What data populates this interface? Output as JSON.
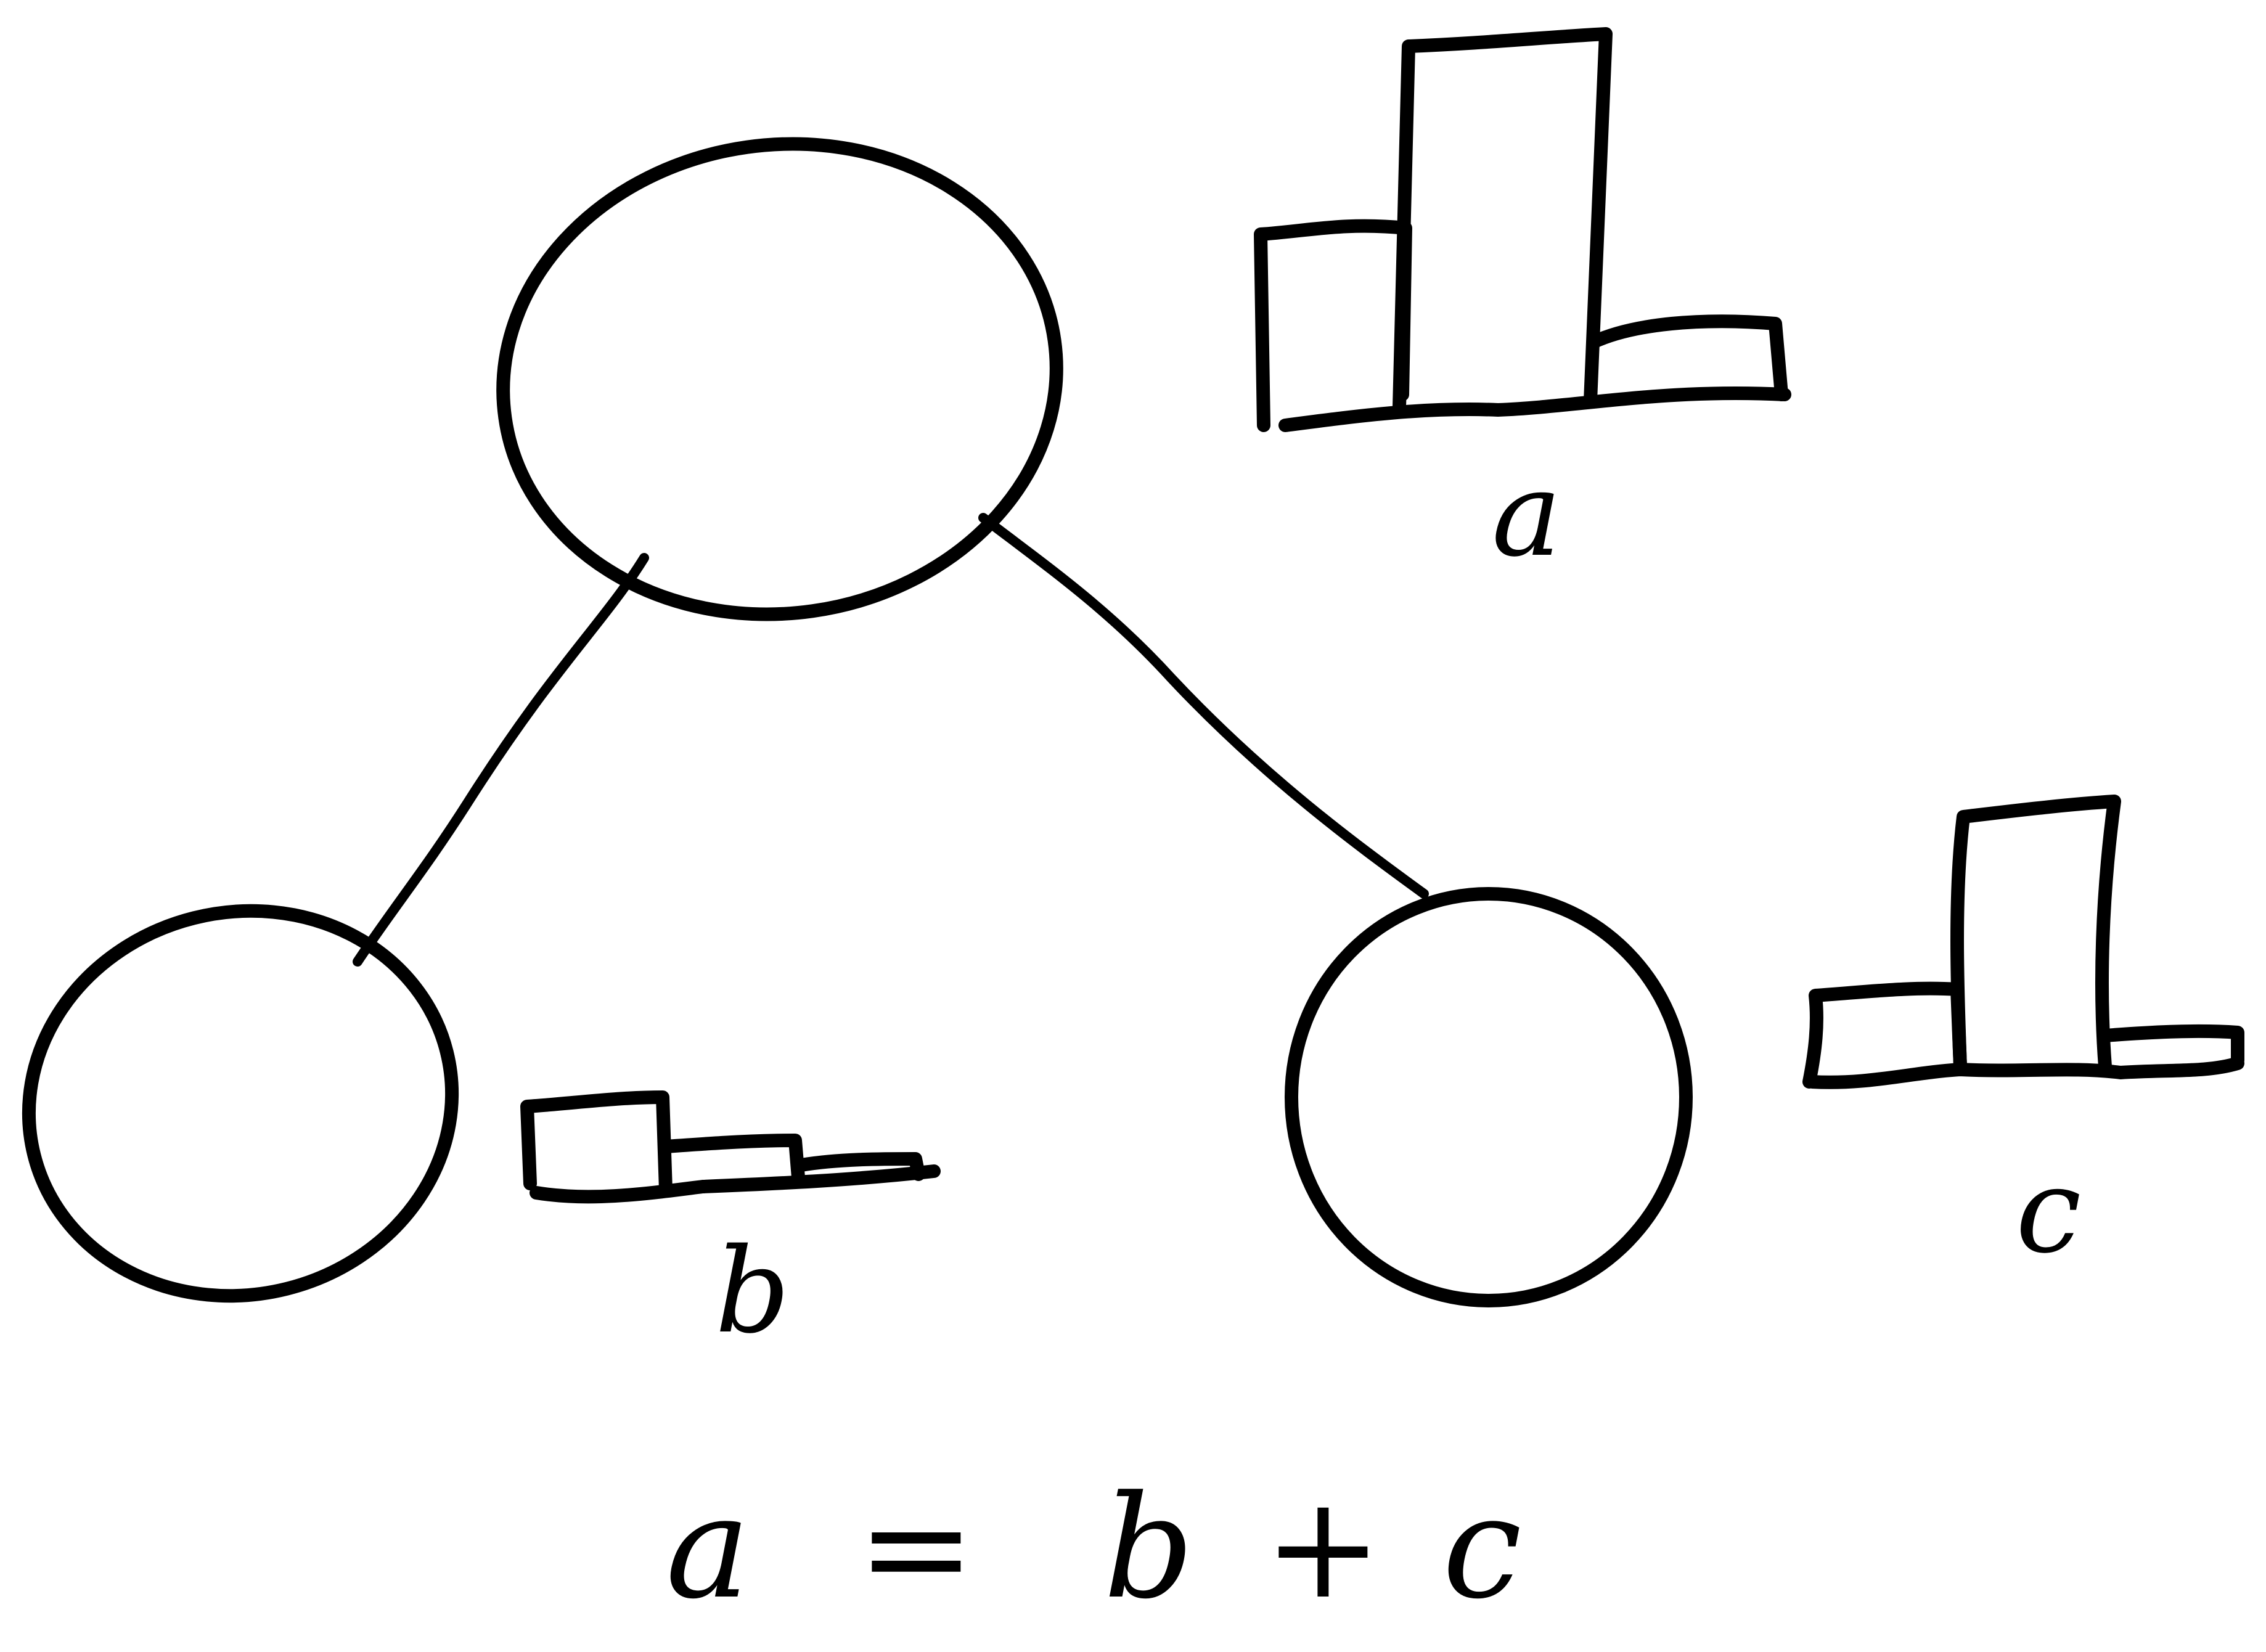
{
  "diagram": {
    "ink_color": "#000000",
    "background": "#ffffff",
    "nodes": [
      {
        "id": "root",
        "label": "a",
        "histogram": [
          0.42,
          1.0,
          0.18
        ]
      },
      {
        "id": "left",
        "label": "b",
        "histogram": [
          0.18,
          0.1,
          0.05
        ]
      },
      {
        "id": "right",
        "label": "c",
        "histogram": [
          0.18,
          0.9,
          0.1
        ]
      }
    ],
    "edges": [
      {
        "from": "root",
        "to": "left"
      },
      {
        "from": "root",
        "to": "right"
      }
    ],
    "equation": {
      "lhs": "a",
      "equals": "=",
      "term1": "b",
      "plus": "+",
      "term2": "c"
    }
  }
}
